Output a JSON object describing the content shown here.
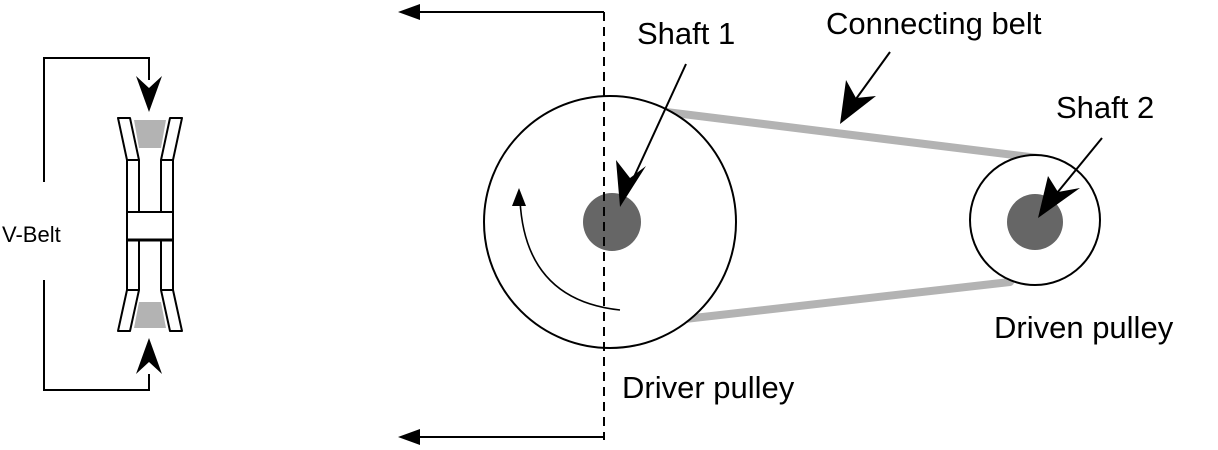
{
  "labels": {
    "v_belt": "V-Belt",
    "shaft_1": "Shaft 1",
    "connecting_belt": "Connecting belt",
    "shaft_2": "Shaft 2",
    "driven_pulley": "Driven pulley",
    "driver_pulley": "Driver pulley"
  },
  "colors": {
    "line": "#000000",
    "belt": "#b3b3b3",
    "shaft": "#666666",
    "background": "#ffffff"
  }
}
